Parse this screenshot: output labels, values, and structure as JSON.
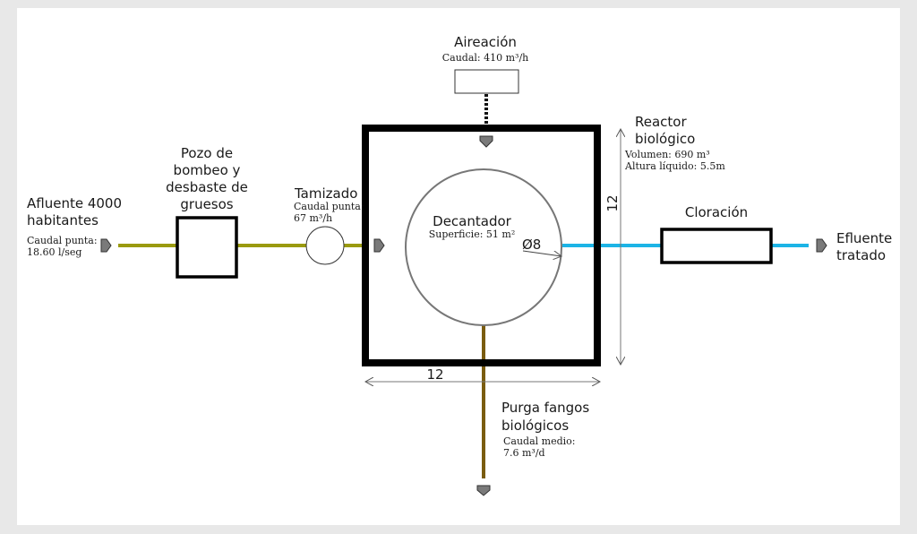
{
  "colors": {
    "background": "#e8e8e8",
    "panel": "#ffffff",
    "influent_line": "#9a9a10",
    "effluent_line": "#1cb4e6",
    "sludge_line": "#7a5c10",
    "arrow_fill": "#7a7a7a",
    "box_stroke": "#000000"
  },
  "influent": {
    "title_line1": "Afluente 4000",
    "title_line2": "habitantes",
    "detail_line1": "Caudal punta:",
    "detail_line2": "18.60 l/seg"
  },
  "pumping": {
    "title_line1": "Pozo de",
    "title_line2": "bombeo y",
    "title_line3": "desbaste de",
    "title_line4": "gruesos"
  },
  "screening": {
    "title": "Tamizado",
    "detail_line1": "Caudal punta:",
    "detail_line2": "67 m³/h"
  },
  "aeration": {
    "title": "Aireación",
    "detail": "Caudal: 410 m³/h"
  },
  "reactor": {
    "title_line1": "Reactor",
    "title_line2": "biológico",
    "detail_line1": "Volumen: 690 m³",
    "detail_line2": "Altura líquido: 5.5m",
    "width_dim": "12",
    "height_dim": "12"
  },
  "clarifier": {
    "title": "Decantador",
    "detail": "Superficie: 51 m²",
    "diameter": "Ø8"
  },
  "chlorination": {
    "title": "Cloración"
  },
  "effluent": {
    "title_line1": "Efluente",
    "title_line2": "tratado"
  },
  "sludge": {
    "title_line1": "Purga fangos",
    "title_line2": "biológicos",
    "detail_line1": "Caudal medio:",
    "detail_line2": "7.6 m³/d"
  }
}
